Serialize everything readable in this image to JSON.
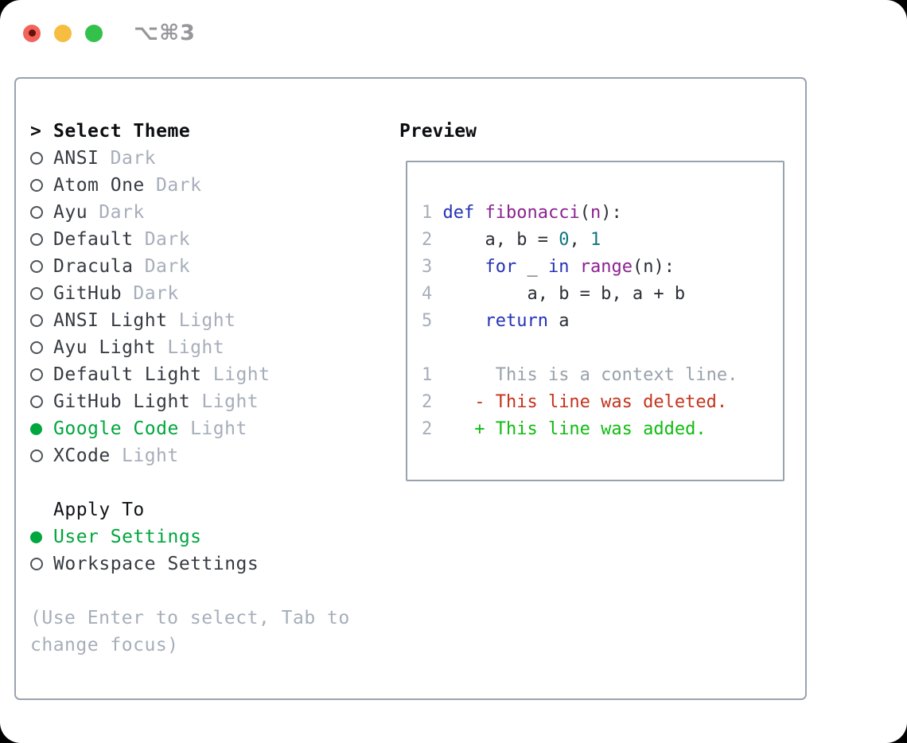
{
  "window": {
    "shortcut": "⌥⌘3"
  },
  "theme_panel": {
    "select_theme": {
      "prompt": ">",
      "title": "Select Theme"
    },
    "themes": [
      {
        "name": "ANSI",
        "variant": "Dark",
        "selected": false
      },
      {
        "name": "Atom One",
        "variant": "Dark",
        "selected": false
      },
      {
        "name": "Ayu",
        "variant": "Dark",
        "selected": false
      },
      {
        "name": "Default",
        "variant": "Dark",
        "selected": false
      },
      {
        "name": "Dracula",
        "variant": "Dark",
        "selected": false
      },
      {
        "name": "GitHub",
        "variant": "Dark",
        "selected": false
      },
      {
        "name": "ANSI Light",
        "variant": "Light",
        "selected": false
      },
      {
        "name": "Ayu Light",
        "variant": "Light",
        "selected": false
      },
      {
        "name": "Default Light",
        "variant": "Light",
        "selected": false
      },
      {
        "name": "GitHub Light",
        "variant": "Light",
        "selected": false
      },
      {
        "name": "Google Code",
        "variant": "Light",
        "selected": true
      },
      {
        "name": "XCode",
        "variant": "Light",
        "selected": false
      }
    ],
    "apply_to": {
      "title": "Apply To",
      "options": [
        {
          "name": "User Settings",
          "selected": true
        },
        {
          "name": "Workspace Settings",
          "selected": false
        }
      ]
    },
    "help": {
      "line1": "(Use Enter to select, Tab to",
      "line2": "change focus)"
    }
  },
  "preview": {
    "title": "Preview",
    "code_lines": [
      {
        "num": "1",
        "s0": " ",
        "s1": "def",
        "s2": " ",
        "s3": "fibonacci",
        "s4": "(",
        "s5": "n",
        "s6": "):"
      },
      {
        "num": "2",
        "s0": "     a, b = ",
        "s1": "0",
        "s2": ", ",
        "s3": "1"
      },
      {
        "num": "3",
        "s0": "     ",
        "s1": "for",
        "s2": " _ ",
        "s3": "in",
        "s4": " ",
        "s5": "range",
        "s6": "(n):"
      },
      {
        "num": "4",
        "s0": "         a, b = b, a + b"
      },
      {
        "num": "5",
        "s0": "     ",
        "s1": "return",
        "s2": " a"
      },
      {
        "num": "",
        "s0": ""
      },
      {
        "num": "1",
        "s0": "      This is a context line."
      },
      {
        "num": "2",
        "s0": "    - This line was deleted."
      },
      {
        "num": "2",
        "s0": "    + This line was added."
      }
    ]
  },
  "colors": {
    "text_primary": "#363b42",
    "text_muted": "#a6aeba",
    "selected_green": "#00a63e",
    "border_gray": "#99a3ae",
    "keyword_blue": "#2533b5",
    "function_purple": "#8b2390",
    "literal_teal": "#0e7580",
    "diff_deleted_red": "#c4331d",
    "diff_added_green": "#0fbc0f",
    "traffic_red": "#f4635b",
    "traffic_yellow": "#f6bd40",
    "traffic_green": "#34c14b"
  }
}
